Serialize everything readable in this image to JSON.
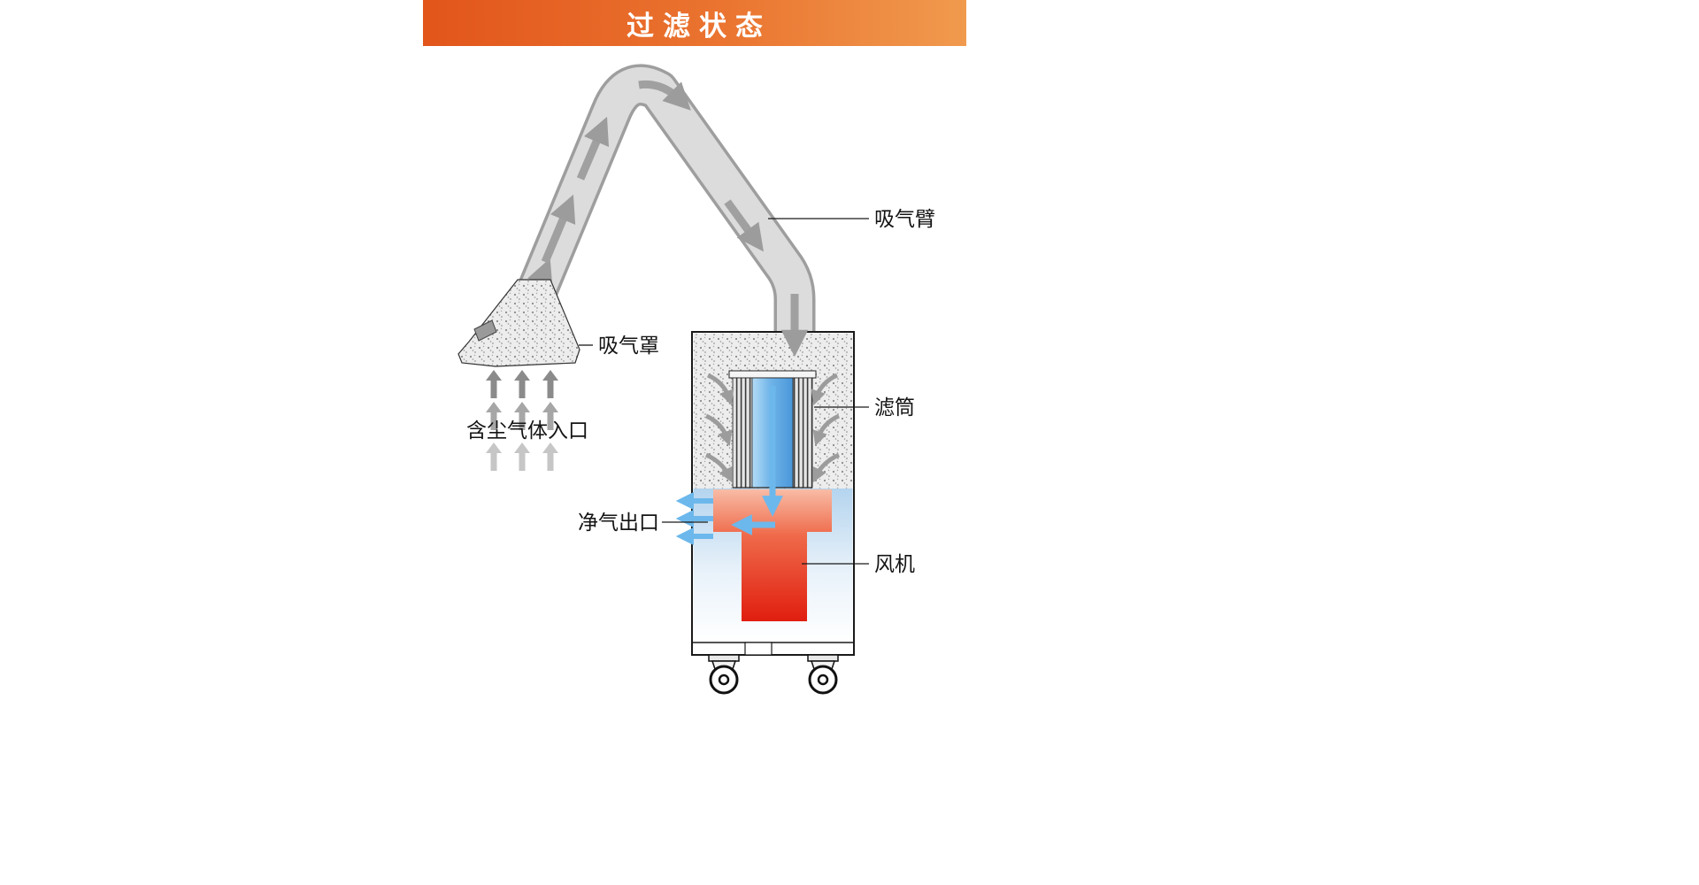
{
  "banner": {
    "title": "过滤状态"
  },
  "labels": {
    "suction_arm": "吸气臂",
    "suction_hood": "吸气罩",
    "dust_gas_inlet": "含尘气体入口",
    "filter_cartridge": "滤筒",
    "clean_air_outlet": "净气出口",
    "fan": "风机"
  },
  "colors": {
    "banner_orange_left": "#e2551b",
    "banner_orange_right": "#f09a4e",
    "duct_gray": "#dcdcdc",
    "filter_blue": "#5aa7e4",
    "fan_red": "#e62517",
    "flow_arrow_blue": "#6cb8ec",
    "dust_arrow_gray": "#8b8b8b"
  }
}
